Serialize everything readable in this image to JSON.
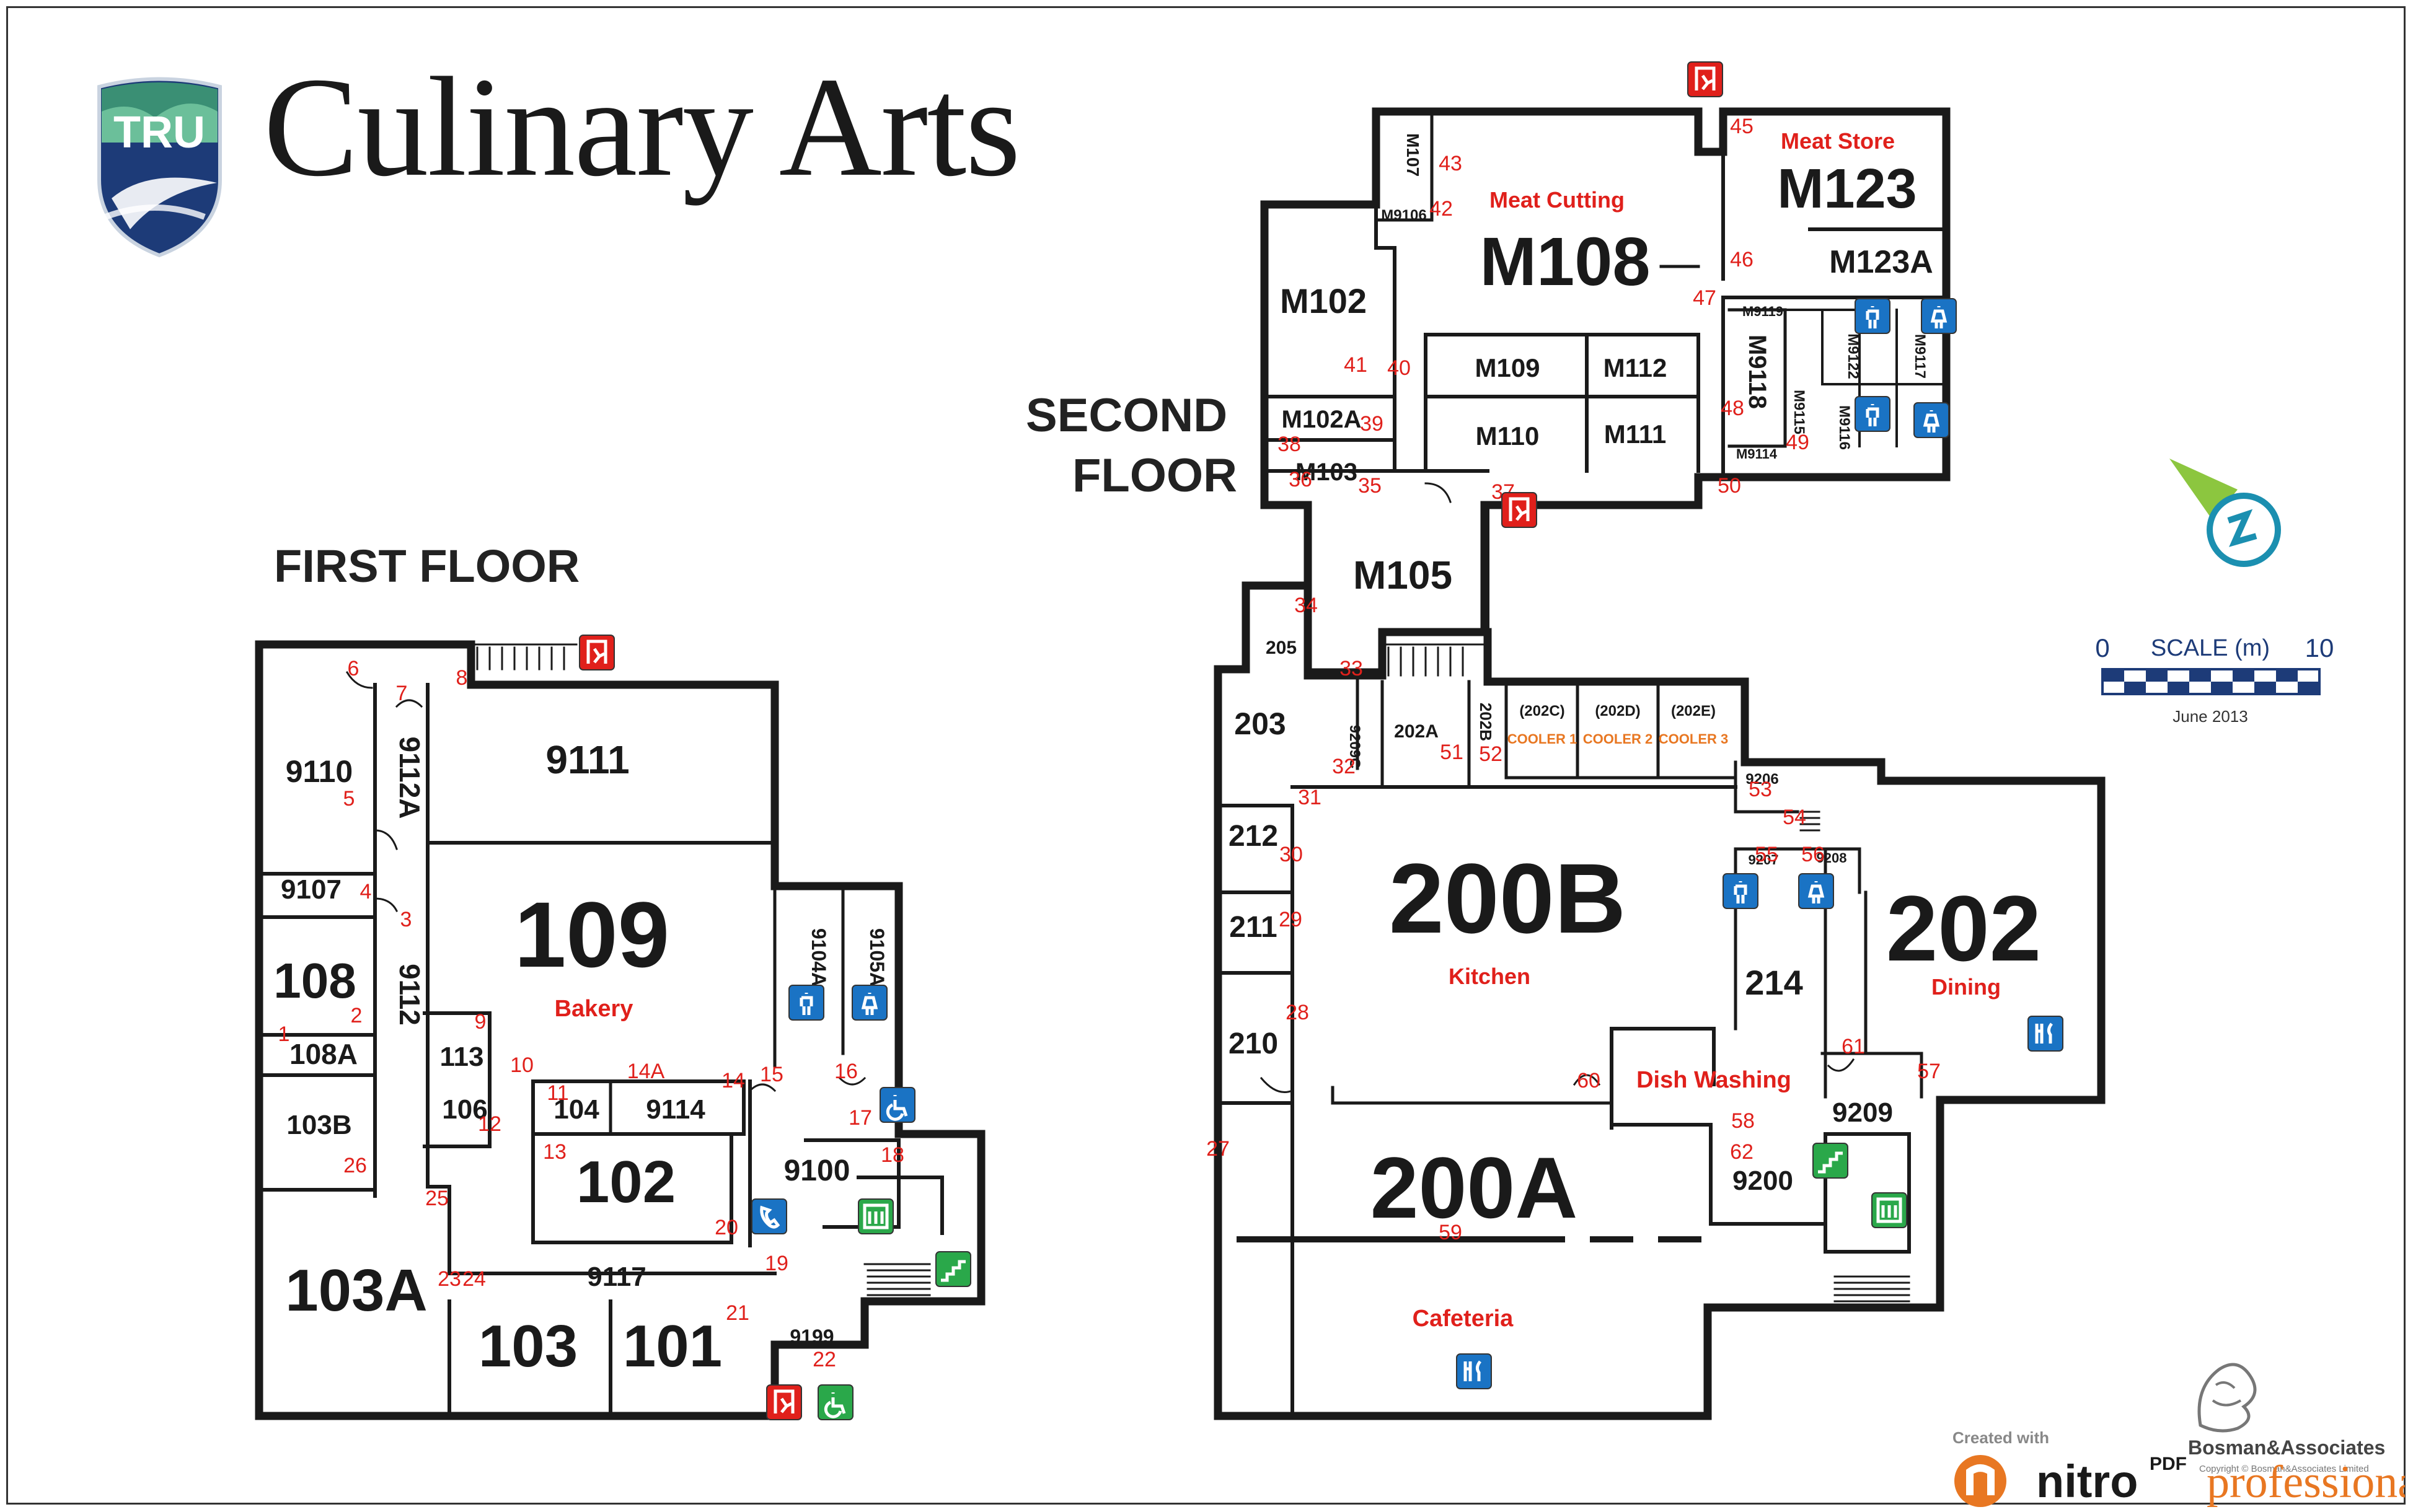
{
  "header": {
    "title": "Culinary Arts",
    "logo_text": "TRU"
  },
  "floor_labels": {
    "first": "FIRST FLOOR",
    "second_line1": "SECOND",
    "second_line2": "FLOOR"
  },
  "scale": {
    "start": "0",
    "label": "SCALE (m)",
    "end": "10",
    "date": "June 2013"
  },
  "credits": {
    "created_with": "Created with",
    "nitro": "nitro",
    "pdf": "PDF",
    "professional": "professional",
    "bosman": "Bosman&Associates",
    "copyright": "Copyright © Bosman&Associates Limited"
  },
  "colors": {
    "wall": "#1a1a1a",
    "door_number": "#e0201b",
    "function_label": "#e0201b",
    "cooler_label": "#e87722",
    "exit_sign": "#e0201b",
    "washroom_sign": "#1a73c4",
    "accessible_sign": "#2aa84a",
    "compass": "#1b8fb0",
    "compass_arrow": "#8cc63f"
  },
  "icons": {
    "exit": "emergency-exit-icon",
    "washroom_men": "mens-washroom-icon",
    "washroom_women": "womens-washroom-icon",
    "elevator": "elevator-icon",
    "stairs": "stairs-icon",
    "accessible": "wheelchair-accessible-icon",
    "phone": "phone-icon",
    "dining": "dining-icon",
    "compass": "north-compass-icon"
  },
  "first_floor": {
    "rooms": [
      "9110",
      "9112A",
      "9111",
      "9107",
      "109",
      "108",
      "9112",
      "108A",
      "113",
      "106",
      "104",
      "9114",
      "103B",
      "102",
      "9104A",
      "9105A",
      "9100",
      "103A",
      "9117",
      "103",
      "101",
      "9199"
    ],
    "functions": [
      "Bakery"
    ],
    "doors": [
      "1",
      "2",
      "3",
      "4",
      "5",
      "6",
      "7",
      "8",
      "9",
      "10",
      "11",
      "12",
      "13",
      "14",
      "14A",
      "15",
      "16",
      "17",
      "18",
      "19",
      "20",
      "21",
      "22",
      "23",
      "24",
      "25",
      "26"
    ]
  },
  "second_floor": {
    "rooms": [
      "M107",
      "M9106",
      "M108",
      "M123",
      "M123A",
      "M102",
      "M9119",
      "M9118",
      "M9122",
      "M9117",
      "M9115",
      "M9116",
      "M109",
      "M112",
      "M110",
      "M111",
      "M9114",
      "M102A",
      "M103",
      "M105",
      "205",
      "203",
      "202A",
      "202B",
      "9209C",
      "(202C)",
      "(202D)",
      "(202E)",
      "9206",
      "212",
      "200B",
      "9207",
      "9208",
      "202",
      "211",
      "214",
      "210",
      "9209",
      "200A",
      "9200"
    ],
    "functions": [
      "Meat Cutting",
      "Meat Store",
      "Kitchen",
      "Dish Washing",
      "Dining",
      "Cafeteria"
    ],
    "coolers": [
      "COOLER 1",
      "COOLER 2",
      "COOLER 3"
    ],
    "doors": [
      "27",
      "28",
      "29",
      "30",
      "31",
      "32",
      "33",
      "34",
      "35",
      "36",
      "37",
      "38",
      "39",
      "40",
      "41",
      "42",
      "43",
      "45",
      "46",
      "47",
      "48",
      "49",
      "50",
      "51",
      "52",
      "53",
      "54",
      "55",
      "56",
      "57",
      "58",
      "59",
      "60",
      "61",
      "62"
    ]
  }
}
